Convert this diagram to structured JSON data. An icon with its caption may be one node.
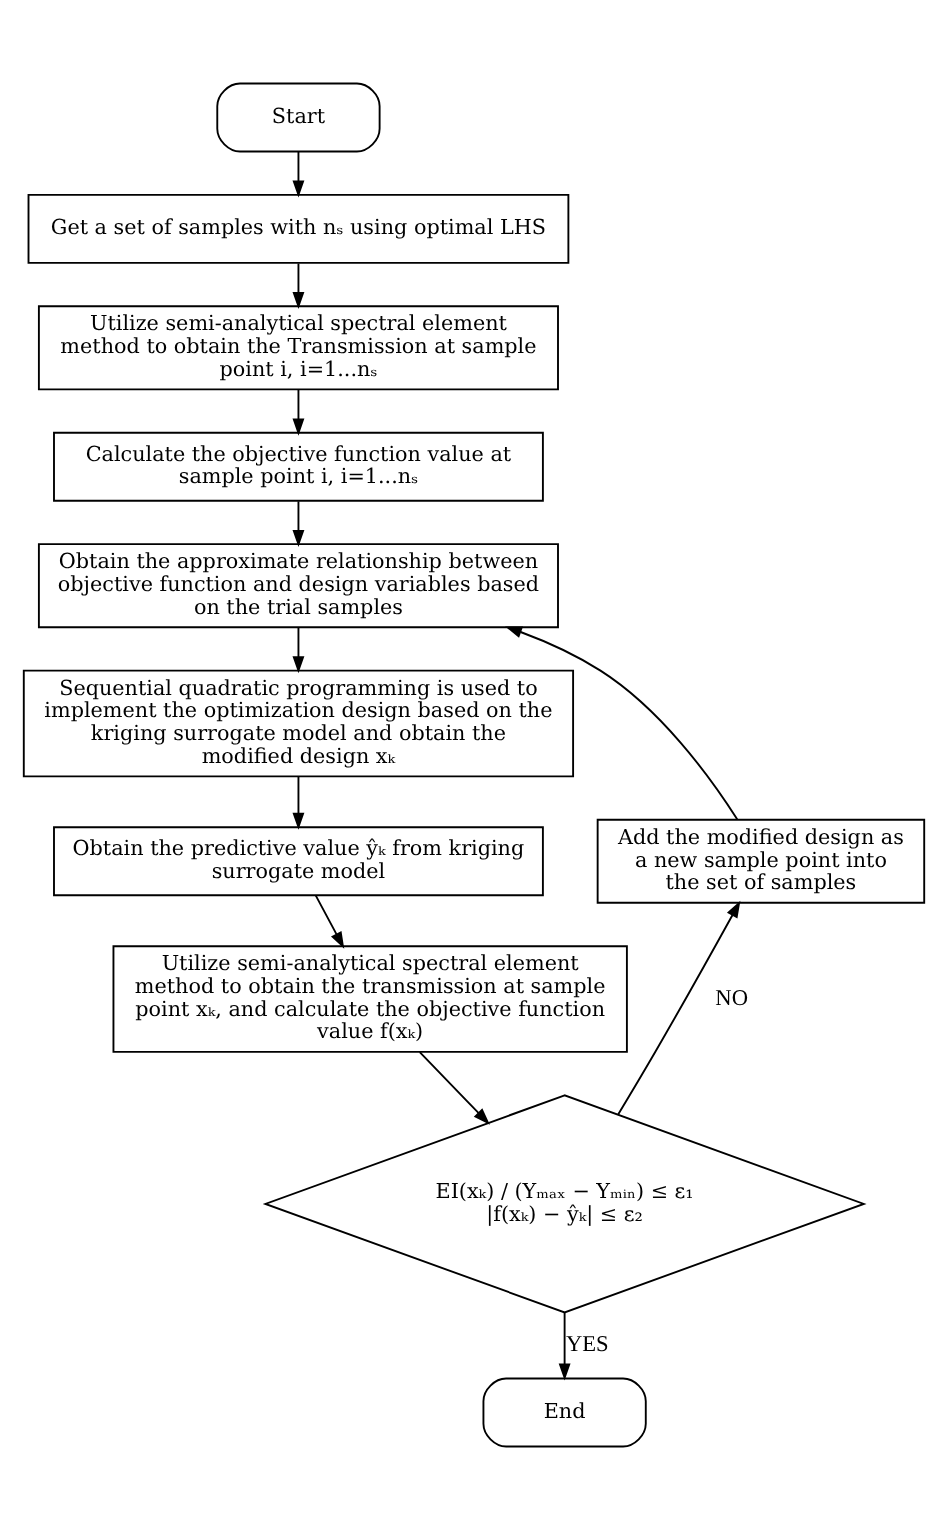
{
  "diagram": {
    "nodes": [
      {
        "text": [
          "Start"
        ]
      },
      {
        "text": [
          "Get a set of samples with nₛ using optimal LHS"
        ]
      },
      {
        "text": [
          "Utilize semi-analytical spectral element method to obtain the Transmission at sample point i, i=1...nₛ"
        ]
      },
      {
        "text": [
          "Calculate the objective function value at sample point i, i=1...nₛ"
        ]
      },
      {
        "text": [
          "Obtain the approximate relationship between objective function and design variables based on the trial samples"
        ]
      },
      {
        "text": [
          "Sequential quadratic programming is used to implement the optimization design based on the kriging surrogate model and obtain the modified design xₖ"
        ]
      },
      {
        "text": [
          "Obtain the predictive value ŷₖ from kriging surrogate model"
        ]
      },
      {
        "text": [
          "Utilize semi-analytical spectral element method to obtain the transmission at sample point xₖ, and calculate the objective function value f(xₖ)"
        ]
      },
      {
        "text": [
          "EI(xₖ) / (Yₘₐₓ − Yₘᵢₙ) ≤ ε₁",
          "|f(xₖ) − ŷₖ| ≤ ε₂"
        ]
      },
      {
        "text": [
          "End"
        ]
      },
      {
        "text": [
          "Add the modified design as a new sample point into the set of samples"
        ]
      }
    ],
    "edges": [
      {
        "from": 0,
        "to": 1,
        "arrow": "to"
      },
      {
        "from": 1,
        "to": 2,
        "arrow": "to"
      },
      {
        "from": 2,
        "to": 3,
        "arrow": "to"
      },
      {
        "from": 3,
        "to": 4,
        "arrow": "to"
      },
      {
        "from": 4,
        "to": 5,
        "arrow": "to"
      },
      {
        "from": 5,
        "to": 6,
        "arrow": "to"
      },
      {
        "from": 6,
        "to": 7,
        "arrow": "to"
      },
      {
        "from": 7,
        "to": 8,
        "arrow": "to"
      },
      {
        "from": 8,
        "to": 9,
        "arrow": "to",
        "label": "YES"
      },
      {
        "from": 8,
        "to": 10,
        "arrow": "to",
        "label": "NO"
      },
      {
        "from": 10,
        "to": 4,
        "arrow": "to"
      }
    ]
  }
}
